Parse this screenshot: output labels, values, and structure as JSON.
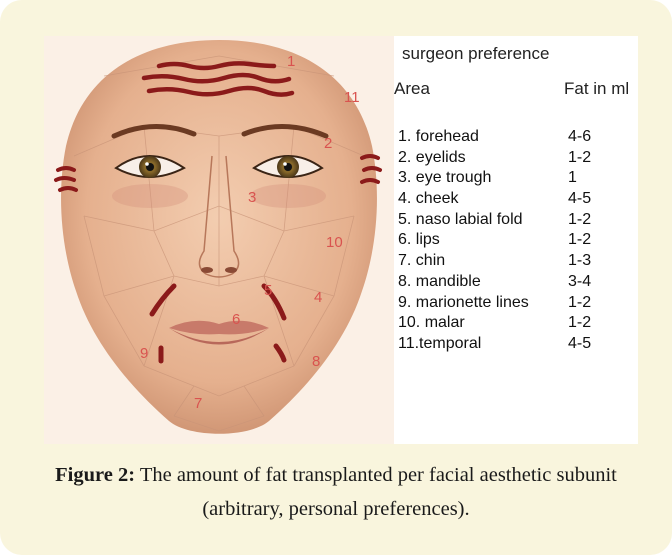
{
  "figure": {
    "table": {
      "title": "surgeon preference",
      "col_area": "Area",
      "col_fat": "Fat in ml",
      "rows": [
        {
          "area": "1.  forehead",
          "fat": "4-6"
        },
        {
          "area": "2. eyelids",
          "fat": "1-2"
        },
        {
          "area": "3. eye trough",
          "fat": "1"
        },
        {
          "area": "4. cheek",
          "fat": "4-5"
        },
        {
          "area": "5. naso labial fold",
          "fat": "1-2"
        },
        {
          "area": "6. lips",
          "fat": "1-2"
        },
        {
          "area": "7. chin",
          "fat": "1-3"
        },
        {
          "area": "8. mandible",
          "fat": "3-4"
        },
        {
          "area": "9. marionette lines",
          "fat": "1-2"
        },
        {
          "area": "10. malar",
          "fat": "1-2"
        },
        {
          "area": "11.temporal",
          "fat": "4-5"
        }
      ]
    },
    "face_labels": [
      "1",
      "2",
      "3",
      "4",
      "5",
      "6",
      "7",
      "8",
      "9",
      "10",
      "11"
    ],
    "colors": {
      "card_background": "#f9f5dd",
      "skin": "#e8b796",
      "marking": "#8b1a1a",
      "label": "#d9534f"
    }
  },
  "caption": {
    "label": "Figure 2:",
    "text": " The amount of fat transplanted per facial aesthetic subunit (arbitrary, personal preferences)."
  }
}
